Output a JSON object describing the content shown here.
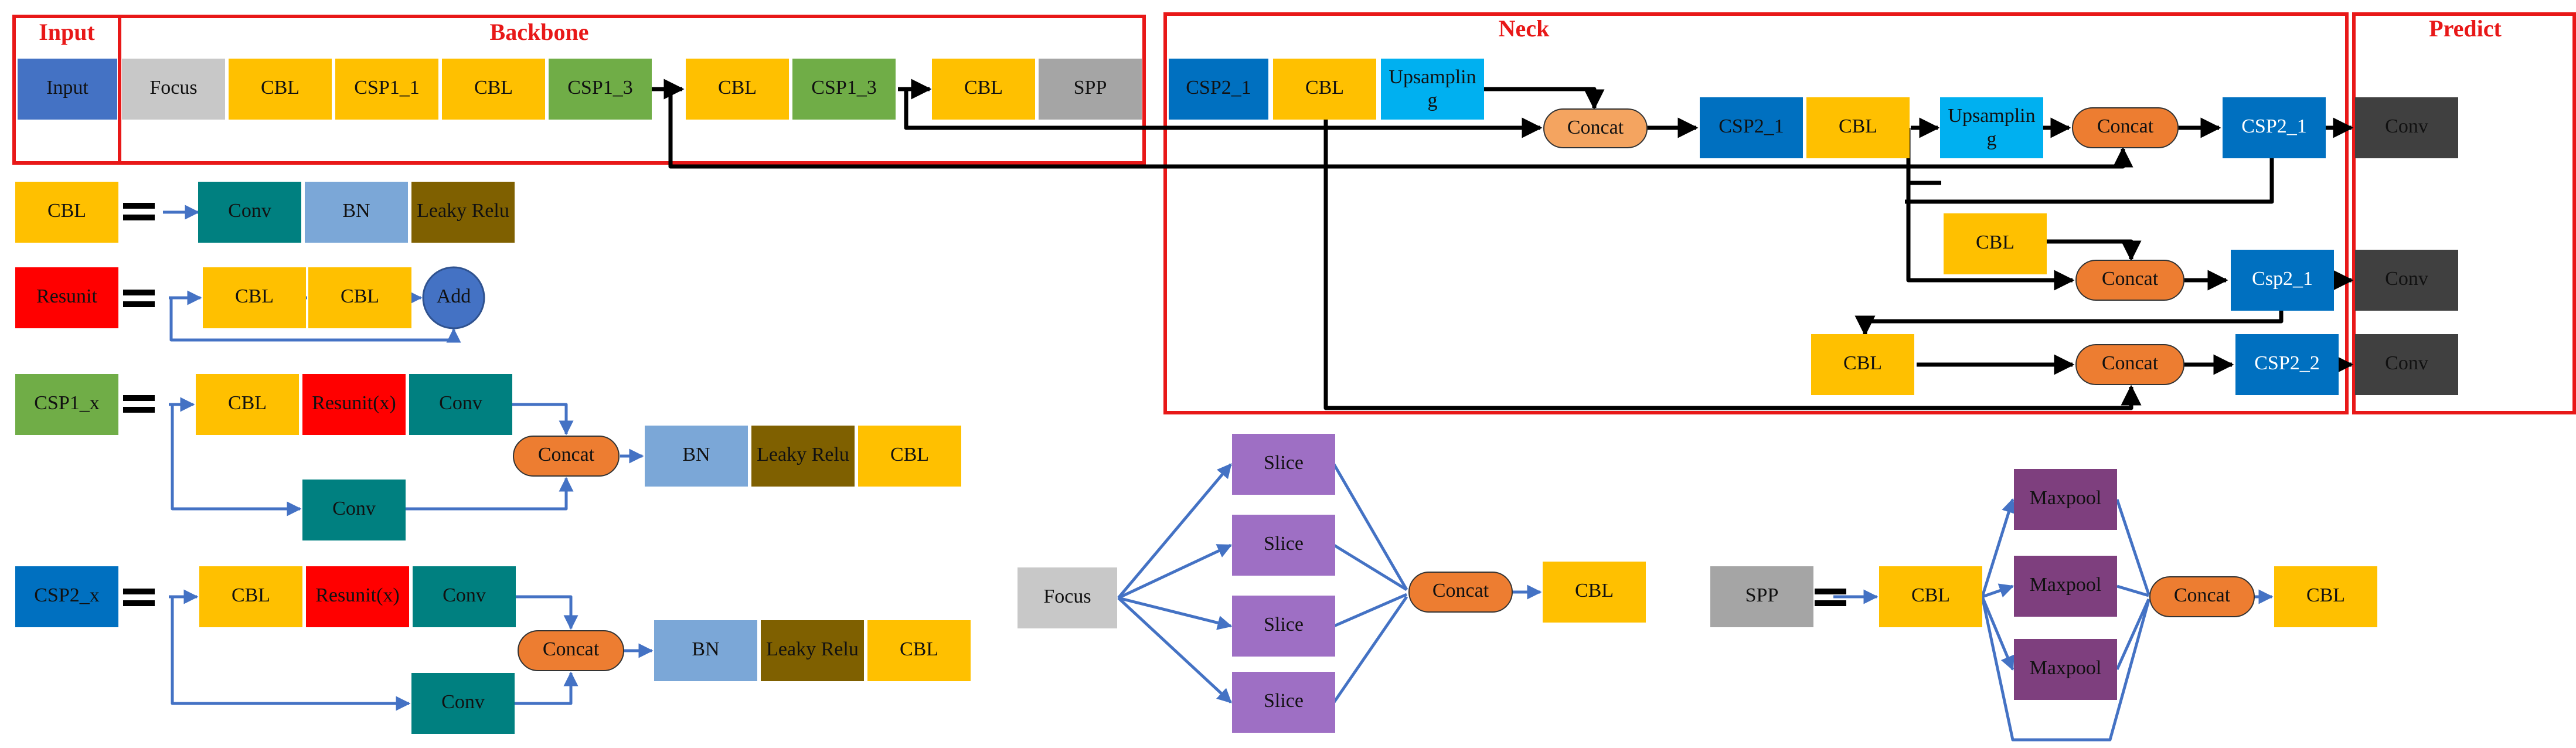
{
  "colors": {
    "cbl": "#ffc000",
    "csp1": "#70ad47",
    "csp2": "#0070c0",
    "input": "#4472c4",
    "focus": "#c8c8c8",
    "spp": "#a5a5a5",
    "conv_teal": "#008080",
    "conv_dark": "#404040",
    "bn": "#7ba7d7",
    "leaky": "#7f6000",
    "resunit": "#ff0000",
    "concat": "#ed7d31",
    "concat_light": "#f4a460",
    "upsample": "#00b0f0",
    "slice": "#9e6fc4",
    "maxpool": "#7e3f7e",
    "add": "#4472c4",
    "frame": "#e81818",
    "arrow_black": "#000000",
    "arrow_blue": "#4472c4"
  },
  "sections": {
    "input": "Input",
    "backbone": "Backbone",
    "neck": "Neck",
    "predict": "Predict"
  },
  "labels": {
    "input": "Input",
    "focus": "Focus",
    "cbl": "CBL",
    "csp1_1": "CSP1_1",
    "csp1_3": "CSP1_3",
    "spp": "SPP",
    "csp2_1": "CSP2_1",
    "csp2_1_lower": "Csp2_1",
    "csp2_2": "CSP2_2",
    "upsampling_line1": "Upsamplin",
    "upsampling_line2": "g",
    "concat": "Concat",
    "conv": "Conv",
    "bn": "BN",
    "leaky_relu": "Leaky Relu",
    "resunit": "Resunit",
    "resunit_x": "Resunit(x)",
    "add": "Add",
    "csp1_x": "CSP1_x",
    "csp2_x": "CSP2_x",
    "slice": "Slice",
    "maxpool": "Maxpool"
  }
}
